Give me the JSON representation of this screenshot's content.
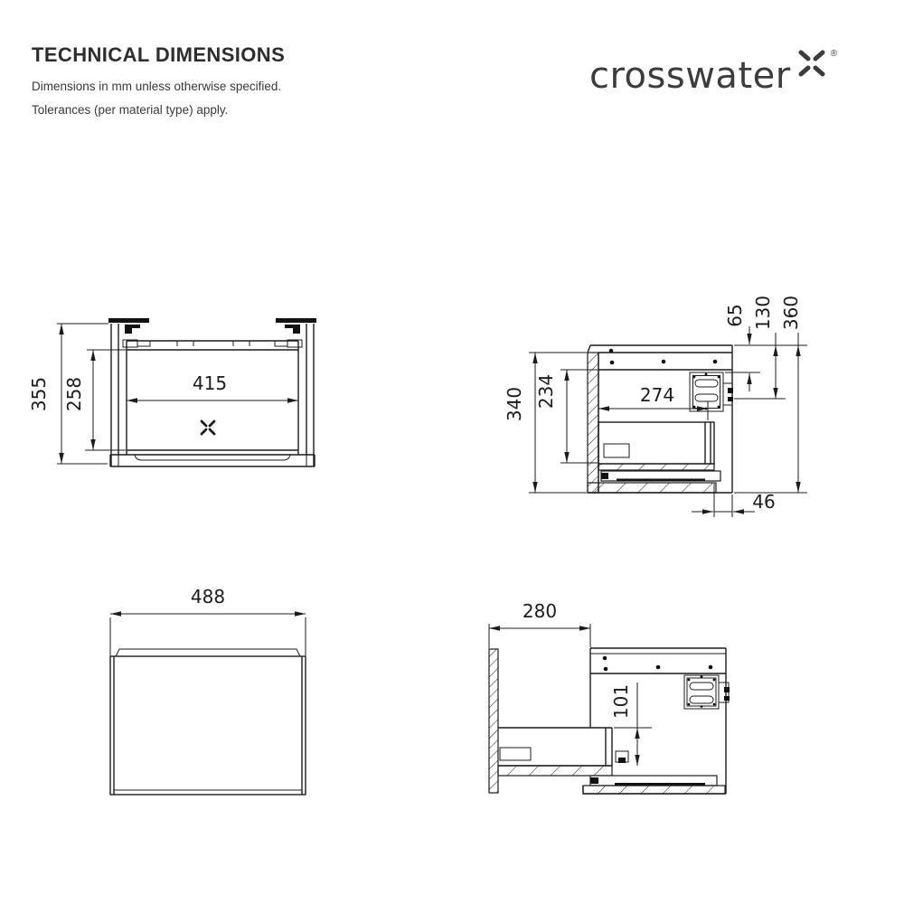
{
  "page": {
    "title": "TECHNICAL DIMENSIONS",
    "note_line1": "Dimensions in mm unless otherwise specified.",
    "note_line2": "Tolerances (per material type) apply."
  },
  "brand": {
    "logo_text": "crosswater",
    "registered_symbol": "®"
  },
  "colors": {
    "background": "#ffffff",
    "line": "#1c1c1c",
    "text": "#2e2e2e",
    "logo": "#3c3c3c"
  },
  "drawings": {
    "front_view": {
      "overall_height_mm": "355",
      "internal_height_mm": "258",
      "internal_width_mm": "415"
    },
    "side_section_view": {
      "overall_height_mm": "340",
      "internal_height_mm": "234",
      "internal_depth_mm": "274",
      "bracket_top_offset_mm": "65",
      "bracket_bottom_offset_mm": "130",
      "overall_height_with_top_mm": "360",
      "rear_clearance_mm": "46"
    },
    "plan_view": {
      "overall_width_mm": "488"
    },
    "side_view_drawer_extended": {
      "drawer_extension_mm": "280",
      "runner_height_mm": "101"
    }
  }
}
